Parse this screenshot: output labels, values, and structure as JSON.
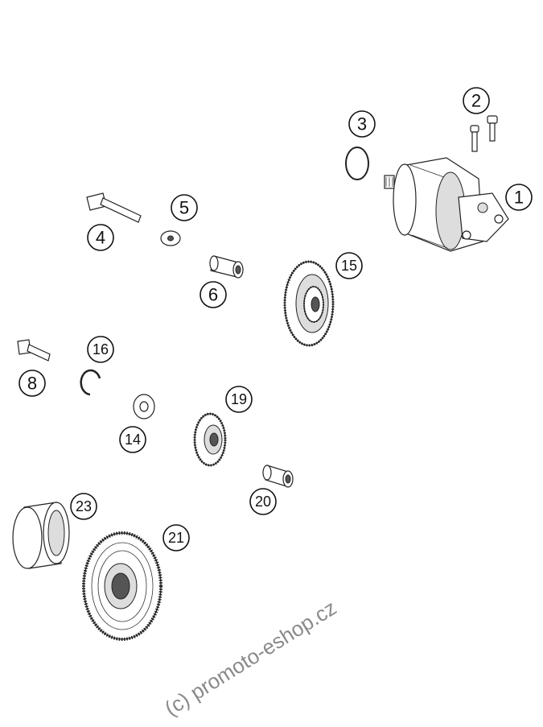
{
  "callouts": [
    {
      "label": "1"
    },
    {
      "label": "2"
    },
    {
      "label": "3"
    },
    {
      "label": "4"
    },
    {
      "label": "5"
    },
    {
      "label": "6"
    },
    {
      "label": "8"
    },
    {
      "label": "14"
    },
    {
      "label": "15"
    },
    {
      "label": "16"
    },
    {
      "label": "19"
    },
    {
      "label": "20"
    },
    {
      "label": "21"
    },
    {
      "label": "23"
    }
  ],
  "watermark": "(c) promoto-eshop.cz",
  "colors": {
    "line": "#222222",
    "watermark": "#8a8a8a",
    "background": "#ffffff"
  }
}
